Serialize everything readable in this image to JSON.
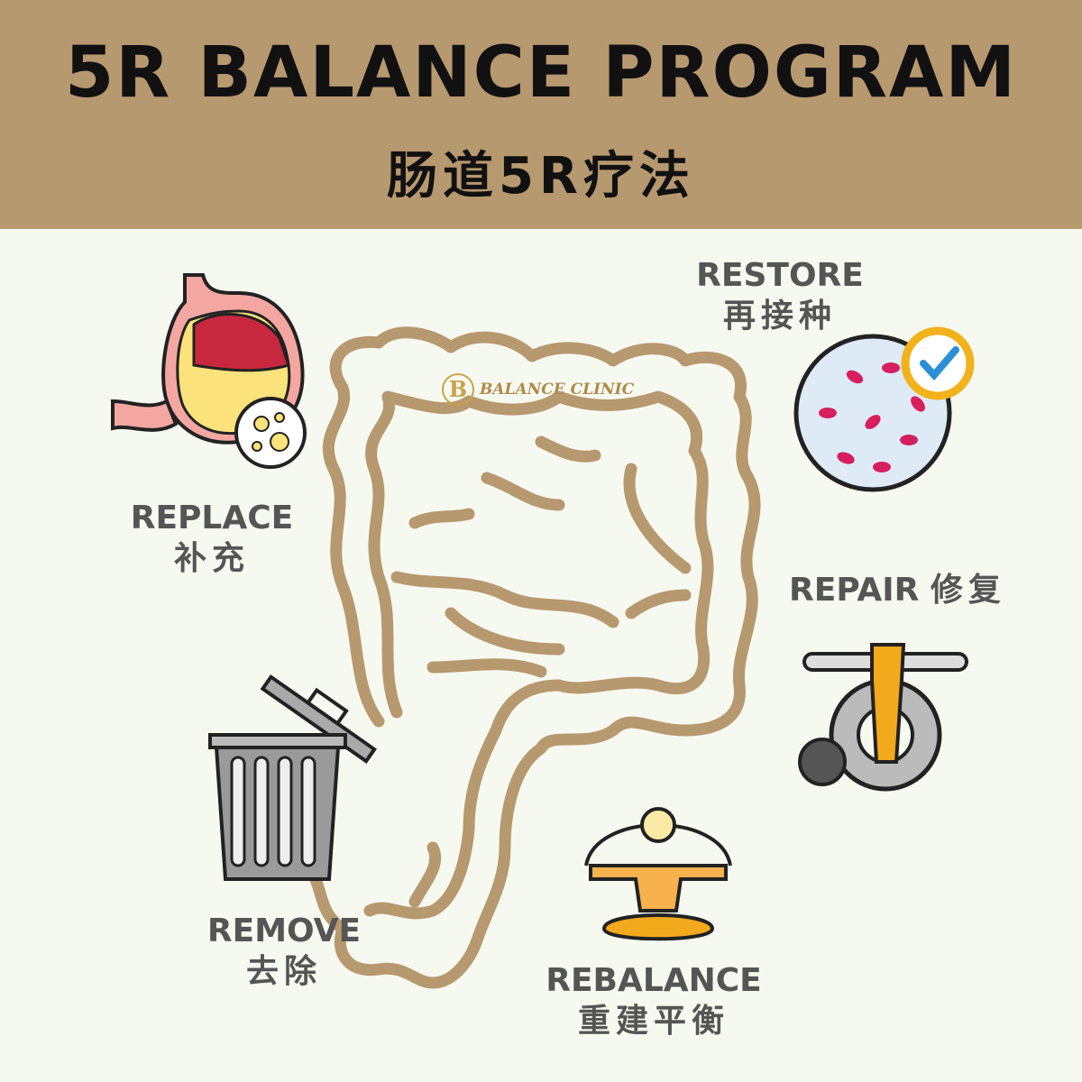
{
  "header": {
    "title": "5R BALANCE PROGRAM",
    "subtitle": "肠道5R疗法"
  },
  "logo": {
    "mark": "B",
    "text": "BALANCE CLINIC"
  },
  "steps": {
    "restore": {
      "en": "RESTORE",
      "cn": "再接种"
    },
    "replace": {
      "en": "REPLACE",
      "cn": "补充"
    },
    "repair": {
      "en": "REPAIR",
      "cn": "修复"
    },
    "remove": {
      "en": "REMOVE",
      "cn": "去除"
    },
    "rebalance": {
      "en": "REBALANCE",
      "cn": "重建平衡"
    }
  },
  "colors": {
    "header": "#b7996f",
    "background": "#f6f9ef",
    "intestine": "#b7996f",
    "label": "#555555"
  }
}
